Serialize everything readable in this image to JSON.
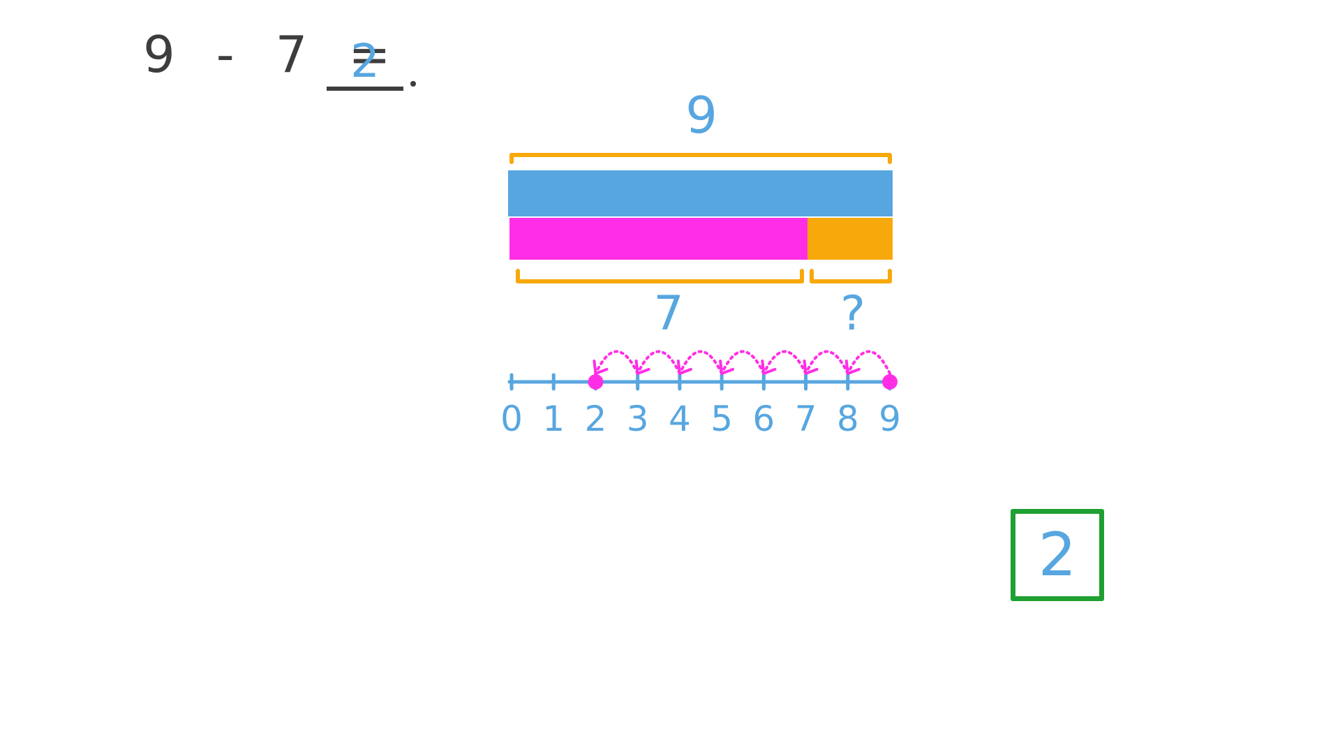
{
  "equation": {
    "left_side": "9 - 7 =",
    "answer": "2",
    "period": "."
  },
  "bar_model": {
    "whole_label": "9",
    "part_label": "7",
    "unknown_label": "?",
    "colors": {
      "whole_bar": "#57a6e0",
      "part_bar": "#ff2ee6",
      "unknown_bar": "#f7a80a",
      "brace": "#f7a80a"
    },
    "whole_value": 9,
    "part_value": 7,
    "unknown_value": 2
  },
  "number_line": {
    "ticks": [
      "0",
      "1",
      "2",
      "3",
      "4",
      "5",
      "6",
      "7",
      "8",
      "9"
    ],
    "start_value": 9,
    "end_value": 2,
    "jumps": 7,
    "line_color": "#57a6e0",
    "jump_color": "#ff2ee6"
  },
  "answer_box": {
    "value": "2",
    "border_color": "#1fa032"
  }
}
